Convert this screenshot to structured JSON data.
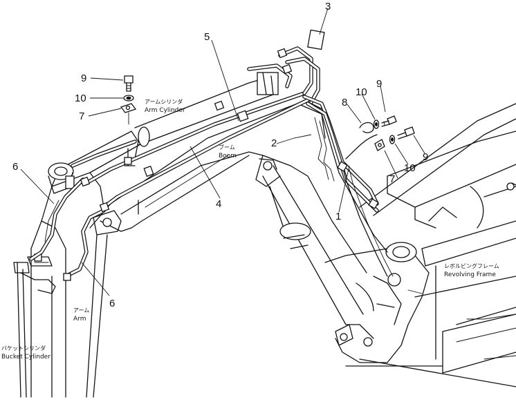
{
  "callouts": {
    "c1": "1",
    "c2": "2",
    "c3": "3",
    "c4": "4",
    "c5": "5",
    "c6a": "6",
    "c6b": "6",
    "c7a": "7",
    "c7b": "7",
    "c8": "8",
    "c9a": "9",
    "c9b": "9",
    "c9c": "9",
    "c10a": "10",
    "c10b": "10",
    "c10c": "10"
  },
  "labels": {
    "arm_cylinder_jp": "アームシリンダ",
    "arm_cylinder_en": "Arm Cylinder",
    "boom_jp": "ブーム",
    "boom_en": "Boom",
    "arm_jp": "アーム",
    "arm_en": "Arm",
    "bucket_cylinder_jp": "バケットシリンダ",
    "bucket_cylinder_en": "Bucket Cylinder",
    "revolving_frame_jp": "レボルビングフレーム",
    "revolving_frame_en": "Revolving Frame"
  }
}
